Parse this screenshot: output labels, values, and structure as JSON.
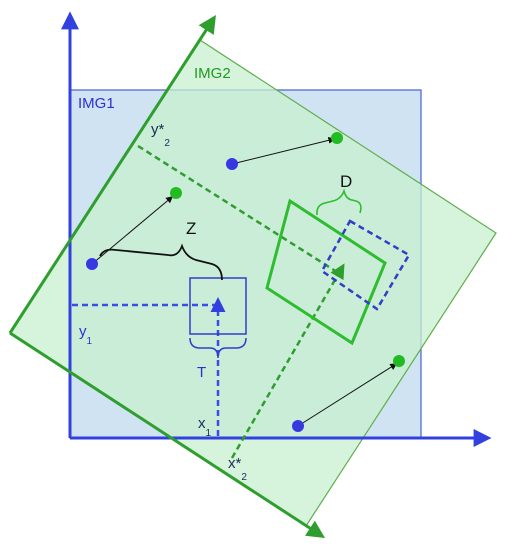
{
  "labels": {
    "img1": "IMG1",
    "img2": "IMG2",
    "y_star": "y*",
    "y_star_sub": "2",
    "x_star": "x*",
    "x_star_sub": "2",
    "y1": "y",
    "y1_sub": "1",
    "x1": "x",
    "x1_sub": "1",
    "z": "Z",
    "t": "T",
    "d": "D"
  },
  "colors": {
    "img1_fill": "#cfe3f2",
    "img1_stroke": "#4a5fd0",
    "img2_fill": "#d6f5dc",
    "img2_stroke": "#5fae4c",
    "axis_blue": "#3340e0",
    "axis_green": "#2e9e2e",
    "point_blue": "#3838e0",
    "point_green": "#22bb22",
    "arrow_black": "#111111"
  }
}
